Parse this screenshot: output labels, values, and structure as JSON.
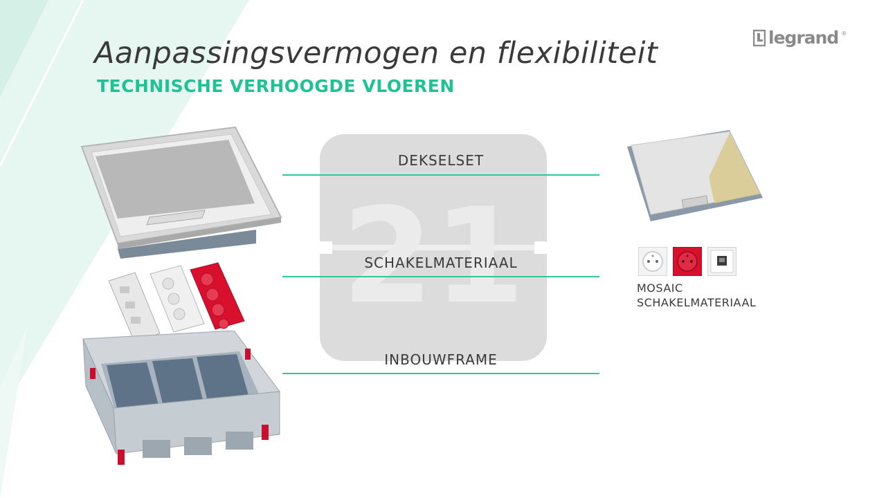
{
  "header": {
    "title": "Aanpassingsvermogen en flexibiliteit",
    "subtitle": "TECHNISCHE VERHOOGDE VLOEREN"
  },
  "brand": {
    "logo_text": "legrand",
    "registered": "®"
  },
  "badge": {
    "number": "21"
  },
  "components": {
    "cover": "DEKSELSET",
    "switchgear": "SCHAKELMATERIAAL",
    "frame": "INBOUWFRAME"
  },
  "mosaic": {
    "line1": "MOSAIC",
    "line2": "SCHAKELMATERIAAL"
  },
  "colors": {
    "accent": "#1fc393",
    "line": "#2ec79a",
    "socket_red": "#d8102e",
    "stripe": "#dff5ef"
  }
}
